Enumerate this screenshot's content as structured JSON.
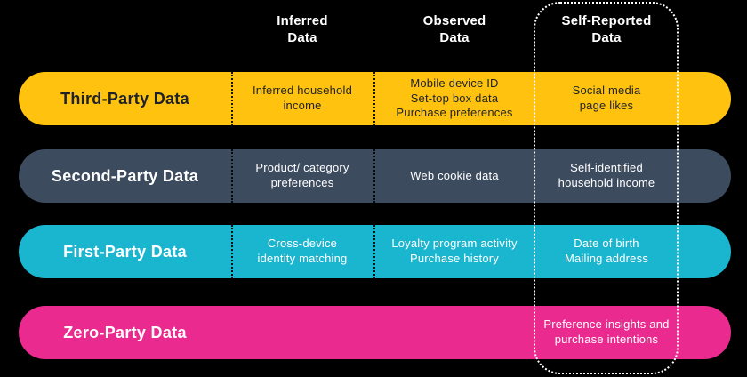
{
  "colors": {
    "background": "#000000",
    "header_text": "#FFFFFF",
    "separator": "#000000",
    "highlight_outline": "#FFFFFF",
    "third_party": "#FFC20E",
    "second_party": "#3D4B5E",
    "first_party": "#1AB5CE",
    "zero_party": "#EA2A8F"
  },
  "columns": {
    "inferred": {
      "label": "Inferred\nData"
    },
    "observed": {
      "label": "Observed\nData"
    },
    "self_reported": {
      "label": "Self-Reported\nData"
    }
  },
  "highlighted_column": "self_reported",
  "rows": [
    {
      "label": "Third-Party Data",
      "color": "#FFC20E",
      "text_color": "#1E2228",
      "cells": {
        "inferred": "Inferred household\nincome",
        "observed": "Mobile device ID\nSet-top box data\nPurchase preferences",
        "self_reported": "Social media\npage likes"
      }
    },
    {
      "label": "Second-Party Data",
      "color": "#3D4B5E",
      "text_color": "#FFFFFF",
      "cells": {
        "inferred": "Product/ category\npreferences",
        "observed": "Web cookie data",
        "self_reported": "Self-identified\nhousehold income"
      }
    },
    {
      "label": "First-Party Data",
      "color": "#1AB5CE",
      "text_color": "#FFFFFF",
      "cells": {
        "inferred": "Cross-device\nidentity matching",
        "observed": "Loyalty program activity\nPurchase history",
        "self_reported": "Date of birth\nMailing address"
      }
    },
    {
      "label": "Zero-Party Data",
      "color": "#EA2A8F",
      "text_color": "#FFFFFF",
      "cells": {
        "inferred": "",
        "observed": "",
        "self_reported": "Preference insights and\npurchase intentions"
      }
    }
  ]
}
